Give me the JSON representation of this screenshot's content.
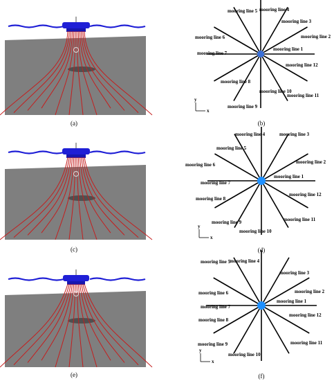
{
  "panels": [
    {
      "id": "a",
      "caption": "(a)"
    },
    {
      "id": "b",
      "caption": "(b)"
    },
    {
      "id": "c",
      "caption": "(c)"
    },
    {
      "id": "d",
      "caption": "(d)"
    },
    {
      "id": "e",
      "caption": "(e)"
    },
    {
      "id": "f",
      "caption": "(f)"
    }
  ],
  "axes": {
    "x": "x",
    "y": "y"
  },
  "mooring_labels": [
    "mooring line 1",
    "mooring line 2",
    "mooring line 3",
    "mooring line 4",
    "mooring line 5",
    "mooring line 6",
    "mooring line 7",
    "mooring line 8",
    "mooring line 9",
    "mooring line 10",
    "mooring line 11",
    "mooring line 12"
  ],
  "colors": {
    "seabed": "#7f7f7f",
    "mooring": "#c41e1e",
    "platform": "#1f1fd6",
    "hub": "#1e90ff",
    "hub_b": "#3a6fd6"
  }
}
